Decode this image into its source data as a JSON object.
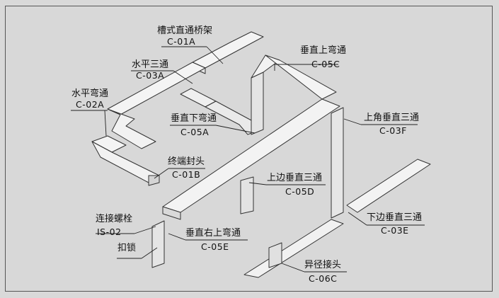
{
  "labels": {
    "c01a": {
      "name": "槽式直通桥架",
      "code": "C-01A"
    },
    "c03a": {
      "name": "水平三通",
      "code": "C-03A"
    },
    "c02a": {
      "name": "水平弯通",
      "code": "C-02A"
    },
    "c05c": {
      "name": "垂直上弯通",
      "code": "C-05C"
    },
    "c05a": {
      "name": "垂直下弯通",
      "code": "C-05A"
    },
    "c03f": {
      "name": "上角垂直三通",
      "code": "C-03F"
    },
    "c01b": {
      "name": "终端封头",
      "code": "C-01B"
    },
    "c05d": {
      "name": "上边垂直三通",
      "code": "C-05D"
    },
    "is02": {
      "name": "连接螺栓",
      "code": "IS-02"
    },
    "lock": {
      "name": "扣锁",
      "code": ""
    },
    "c05e": {
      "name": "垂直右上弯通",
      "code": "C-05E"
    },
    "c03e": {
      "name": "下边垂直三通",
      "code": "C-03E"
    },
    "c06c": {
      "name": "异径接头",
      "code": "C-06C"
    }
  },
  "colors": {
    "background": "#d8d8d8",
    "tray_top": "#f4f4f4",
    "tray_side": "#e6e6e6",
    "tray_shadow": "#bdbdbd",
    "outline": "#333333"
  }
}
